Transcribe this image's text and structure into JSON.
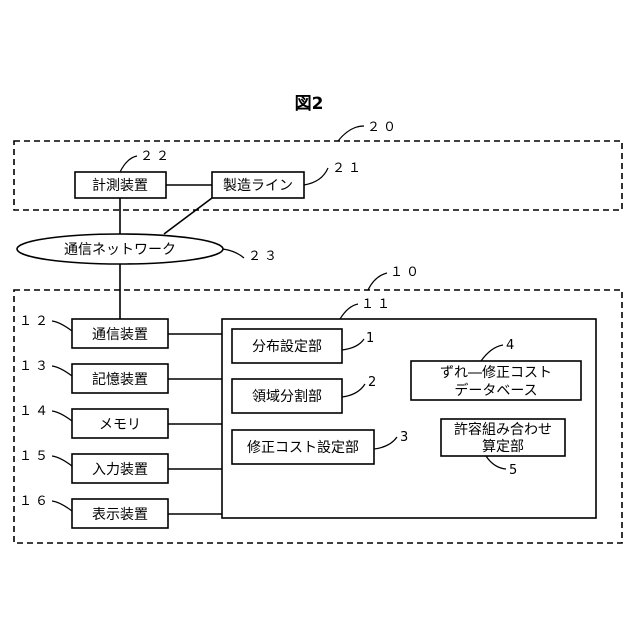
{
  "figure_title": "図2",
  "refs": {
    "r20": "２０",
    "r22": "２２",
    "r21": "２１",
    "r23": "２３",
    "r10": "１０",
    "r11": "１１",
    "r12": "１２",
    "r13": "１３",
    "r14": "１４",
    "r15": "１５",
    "r16": "１６",
    "r1": "1",
    "r2": "2",
    "r3": "3",
    "r4": "4",
    "r5": "5"
  },
  "boxes": {
    "measurement_device": "計測装置",
    "production_line": "製造ライン",
    "comm_network": "通信ネットワーク",
    "comm_device": "通信装置",
    "storage_device": "記憶装置",
    "memory": "メモリ",
    "input_device": "入力装置",
    "display_device": "表示装置",
    "distribution_setting": "分布設定部",
    "region_division": "領域分割部",
    "correction_cost_setting": "修正コスト設定部",
    "deviation_db_line1": "ずれ―修正コスト",
    "deviation_db_line2": "データベース",
    "combination_calc_line1": "許容組み合わせ",
    "combination_calc_line2": "算定部"
  }
}
